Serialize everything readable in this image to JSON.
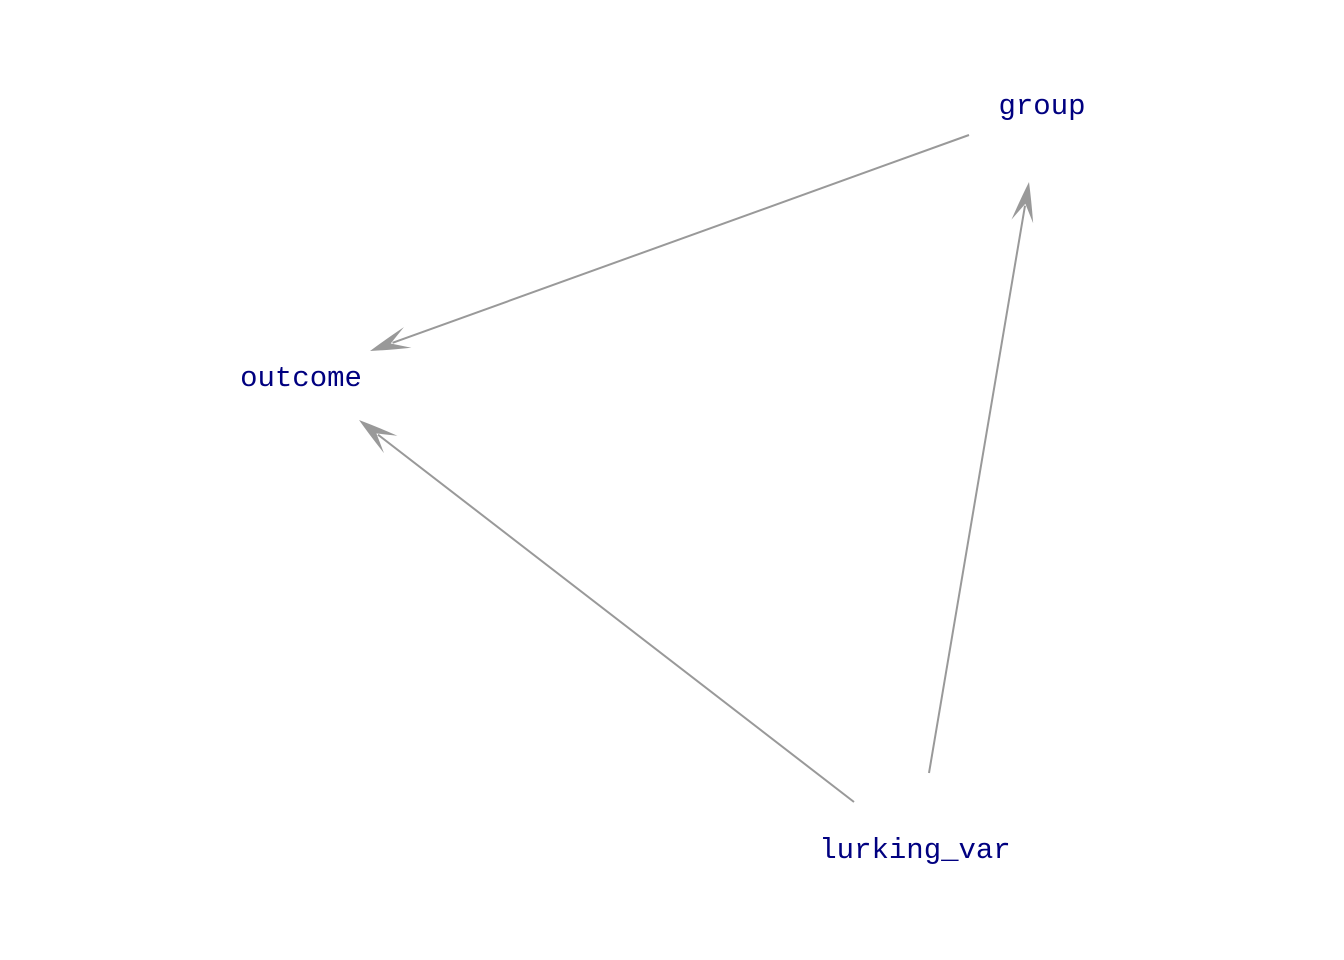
{
  "diagram": {
    "node_color": "#000080",
    "edge_color": "#999999",
    "nodes": {
      "group": {
        "label": "group"
      },
      "outcome": {
        "label": "outcome"
      },
      "lurking_var": {
        "label": "lurking_var"
      }
    },
    "edges": [
      {
        "from": "group",
        "to": "outcome"
      },
      {
        "from": "lurking_var",
        "to": "outcome"
      },
      {
        "from": "lurking_var",
        "to": "group"
      }
    ]
  }
}
